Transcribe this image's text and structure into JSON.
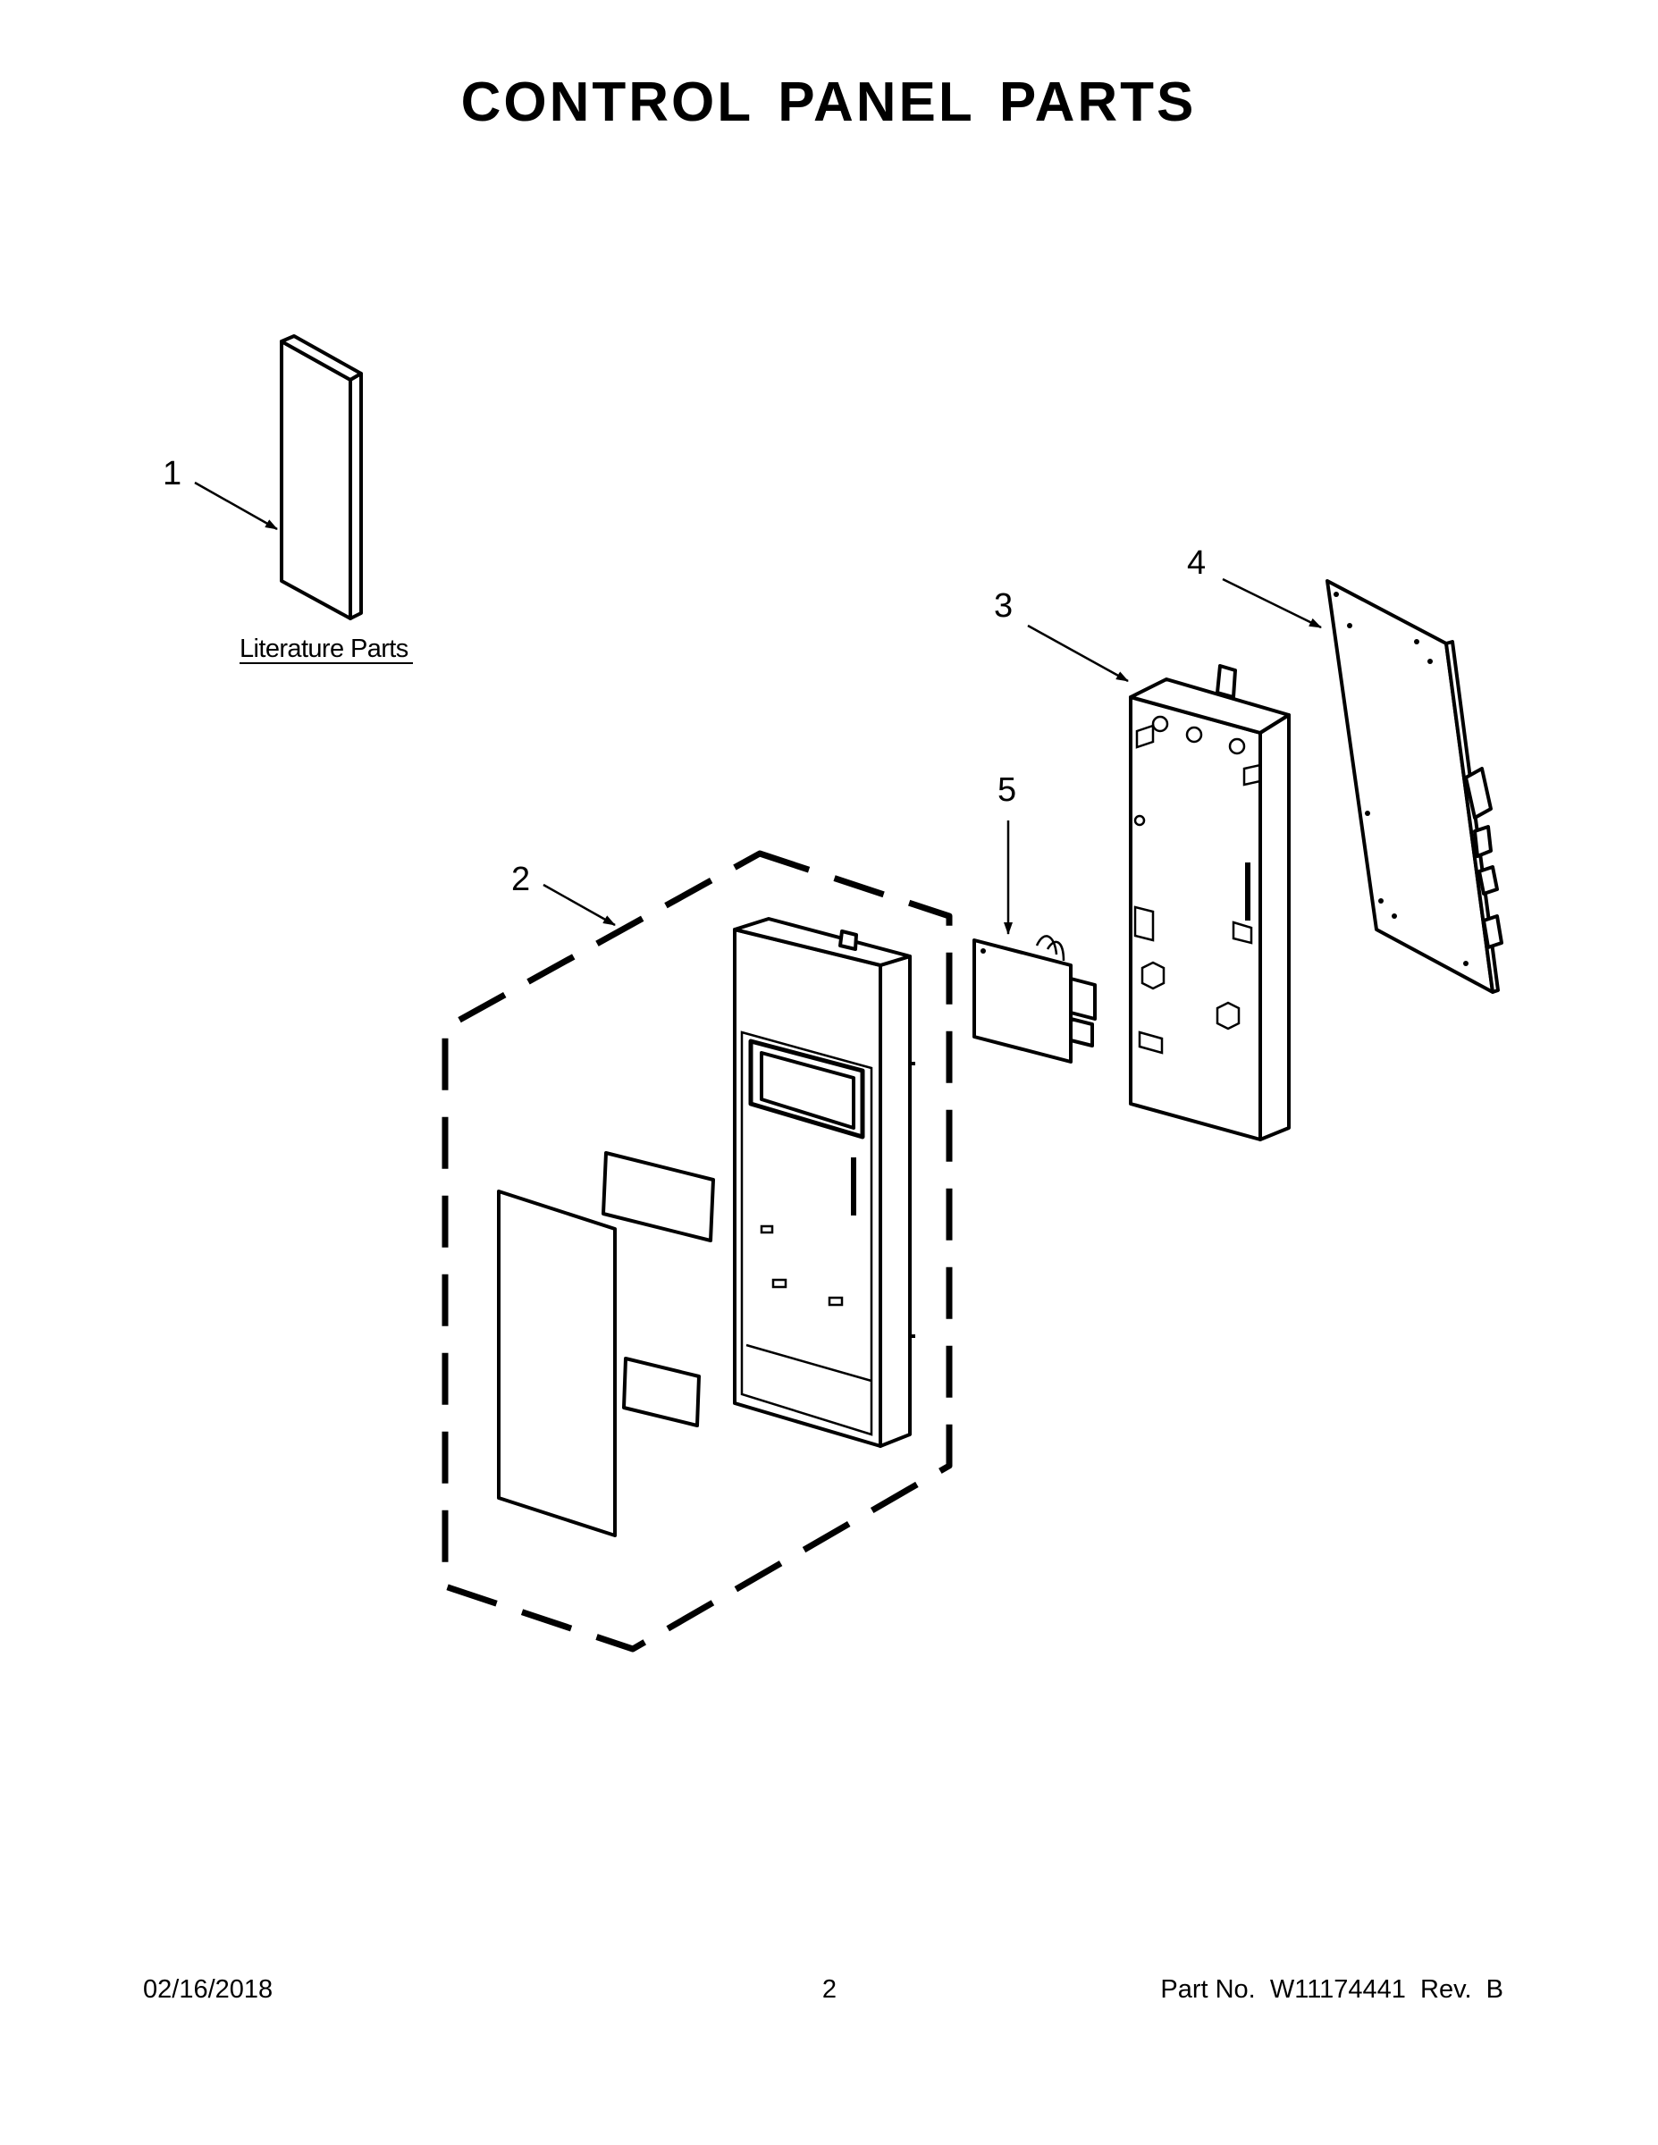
{
  "title": "CONTROL PANEL PARTS",
  "callouts": [
    "1",
    "2",
    "3",
    "4",
    "5"
  ],
  "literature_label": "Literature Parts",
  "footer": {
    "date": "02/16/2018",
    "page": "2",
    "part_no": "Part No.  W11174441  Rev.  B"
  }
}
